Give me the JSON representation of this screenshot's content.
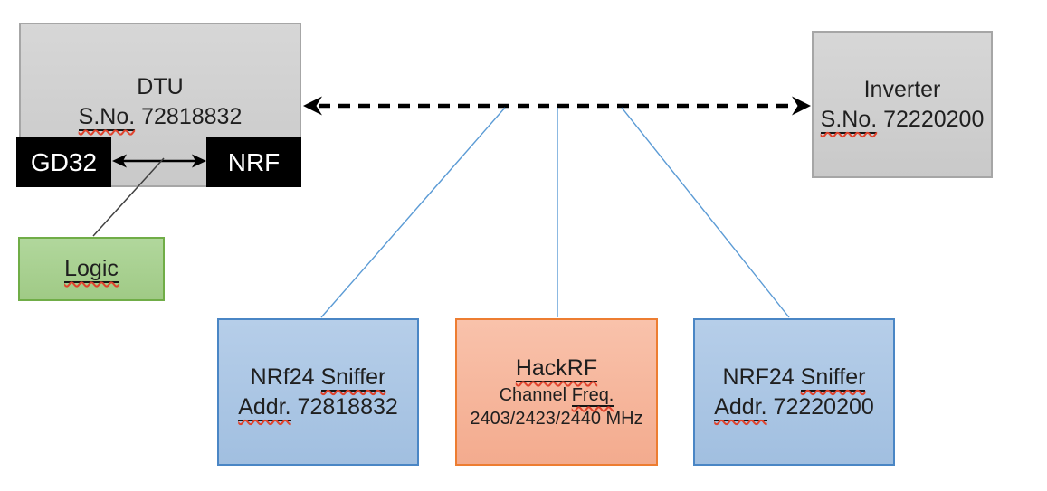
{
  "boxes": {
    "dtu": {
      "title": "DTU",
      "serial_prefix": "S.No.",
      "serial_number": "72818832"
    },
    "gd32": {
      "label": "GD32"
    },
    "nrf": {
      "label": "NRF"
    },
    "inverter": {
      "title": "Inverter",
      "serial_prefix": "S.No.",
      "serial_number": "72220200"
    },
    "logic": {
      "label": "Logic"
    },
    "sniffer_left": {
      "name_prefix": "NRf24",
      "name_word": "Sniffer",
      "addr_prefix": "Addr.",
      "addr_number": "72818832"
    },
    "hackrf": {
      "title": "HackRF",
      "channel_prefix": "Channel",
      "channel_word": "Freq.",
      "frequencies": "2403/2423/2440 MHz"
    },
    "sniffer_right": {
      "name_prefix": "NRF24",
      "name_word": "Sniffer",
      "addr_prefix": "Addr.",
      "addr_number": "72220200"
    }
  },
  "colors": {
    "gray_fill": "#d2d2d2",
    "gray_border": "#a6a6a6",
    "green_fill": "#a9d18e",
    "green_border": "#70ad47",
    "blue_fill": "#aac7e6",
    "blue_border": "#4a86c5",
    "orange_fill": "#f7b294",
    "orange_border": "#ed7d31",
    "chip_black": "#000000",
    "connector_blue": "#5b9bd5",
    "dashed_link_black": "#000000",
    "squiggle_red": "#e0432d"
  }
}
